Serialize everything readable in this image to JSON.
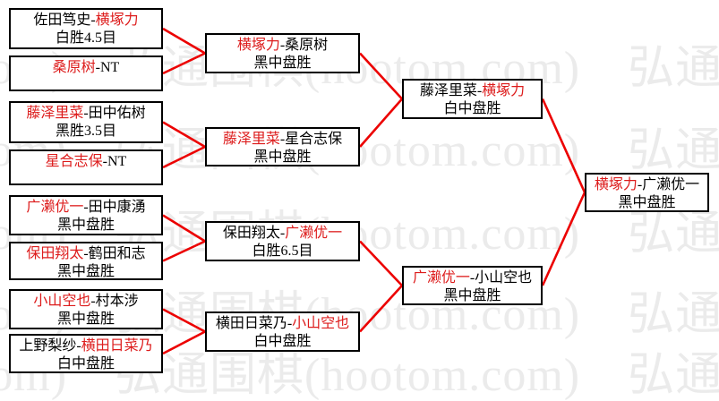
{
  "watermark": {
    "text": "弘通围棋(hootom.com)",
    "color": "#ebebeb",
    "rows": 5
  },
  "colors": {
    "winner_text": "#dd1c1c",
    "connector_line": "#ec0000",
    "box_border": "#000000"
  },
  "bracket": {
    "separator": "-",
    "rounds": [
      {
        "name": "round-of-16",
        "matches": [
          {
            "players": [
              "佐田笃史",
              "横塚力"
            ],
            "winner": 1,
            "result": "白胜4.5目"
          },
          {
            "players": [
              "桑原树",
              "NT"
            ],
            "winner": 0,
            "result": ""
          },
          {
            "players": [
              "藤泽里菜",
              "田中佑树"
            ],
            "winner": 0,
            "result": "黑胜3.5目"
          },
          {
            "players": [
              "星合志保",
              "NT"
            ],
            "winner": 0,
            "result": ""
          },
          {
            "players": [
              "广濑优一",
              "田中康湧"
            ],
            "winner": 0,
            "result": "黑中盘胜"
          },
          {
            "players": [
              "保田翔太",
              "鹤田和志"
            ],
            "winner": 0,
            "result": "黑中盘胜"
          },
          {
            "players": [
              "小山空也",
              "村本涉"
            ],
            "winner": 0,
            "result": "黑中盘胜"
          },
          {
            "players": [
              "上野梨纱",
              "横田日菜乃"
            ],
            "winner": 1,
            "result": "白中盘胜"
          }
        ]
      },
      {
        "name": "quarterfinals",
        "matches": [
          {
            "players": [
              "横塚力",
              "桑原树"
            ],
            "winner": 0,
            "result": "黑中盘胜"
          },
          {
            "players": [
              "藤泽里菜",
              "星合志保"
            ],
            "winner": 0,
            "result": "黑中盘胜"
          },
          {
            "players": [
              "保田翔太",
              "广濑优一"
            ],
            "winner": 1,
            "result": "白胜6.5目"
          },
          {
            "players": [
              "横田日菜乃",
              "小山空也"
            ],
            "winner": 1,
            "result": "白中盘胜"
          }
        ]
      },
      {
        "name": "semifinals",
        "matches": [
          {
            "players": [
              "藤泽里菜",
              "横塚力"
            ],
            "winner": 1,
            "result": "白中盘胜"
          },
          {
            "players": [
              "广濑优一",
              "小山空也"
            ],
            "winner": 0,
            "result": "黑中盘胜"
          }
        ]
      },
      {
        "name": "final",
        "matches": [
          {
            "players": [
              "横塚力",
              "广濑优一"
            ],
            "winner": 0,
            "result": "黑中盘胜"
          }
        ]
      }
    ]
  }
}
